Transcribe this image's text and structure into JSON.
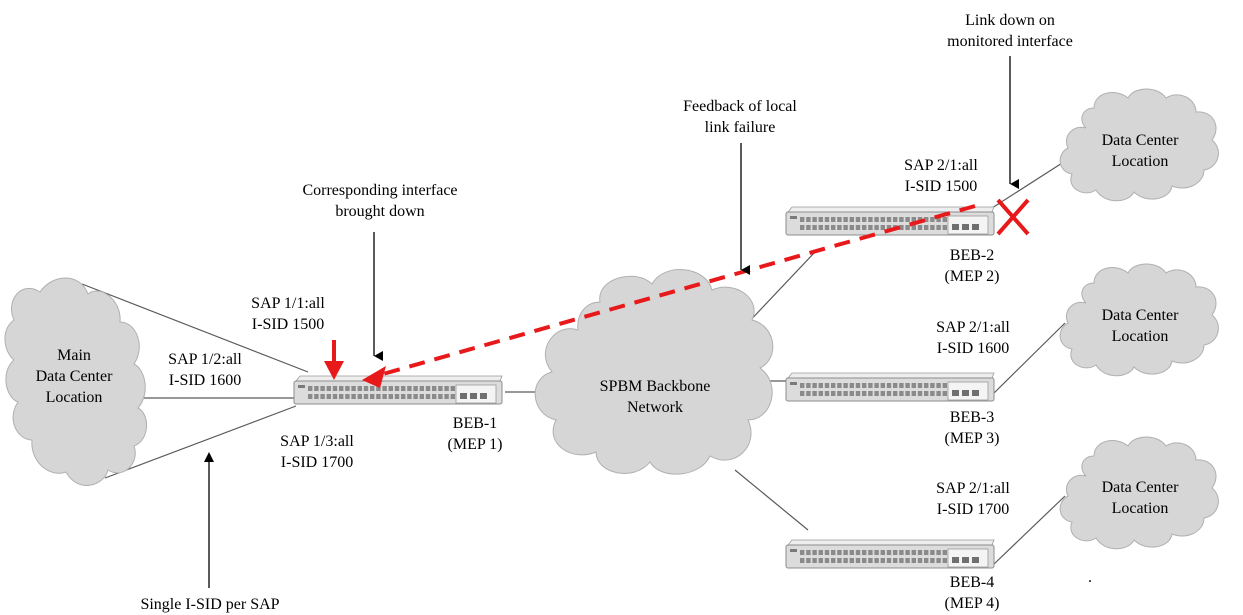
{
  "colors": {
    "line": "#5a5a5a",
    "failure": "#e8191b",
    "cloud_fill": "#d6d6d6",
    "cloud_stroke": "#b0b0b0",
    "switch_body": "#dcdcdc",
    "switch_port": "#8a8a8a"
  },
  "icons": {
    "cloud": "cloud-icon",
    "switch": "switch-icon",
    "failure_mark": "x-mark-icon",
    "arrow": "arrow-down-icon"
  },
  "clouds": {
    "main": [
      "Main",
      "Data Center",
      "Location"
    ],
    "backbone": [
      "SPBM Backbone",
      "Network"
    ],
    "dc2": [
      "Data Center",
      "Location"
    ],
    "dc3": [
      "Data Center",
      "Location"
    ],
    "dc4": [
      "Data Center",
      "Location"
    ]
  },
  "beb1": {
    "name": "BEB-1",
    "mep": "(MEP 1)",
    "sap1": [
      "SAP 1/1:all",
      "I-SID 1500"
    ],
    "sap2": [
      "SAP 1/2:all",
      "I-SID 1600"
    ],
    "sap3": [
      "SAP 1/3:all",
      "I-SID 1700"
    ]
  },
  "beb2": {
    "name": "BEB-2",
    "mep": "(MEP 2)",
    "sap": [
      "SAP 2/1:all",
      "I-SID 1500"
    ]
  },
  "beb3": {
    "name": "BEB-3",
    "mep": "(MEP 3)",
    "sap": [
      "SAP 2/1:all",
      "I-SID 1600"
    ]
  },
  "beb4": {
    "name": "BEB-4",
    "mep": "(MEP 4)",
    "sap": [
      "SAP 2/1:all",
      "I-SID 1700"
    ]
  },
  "annotations": {
    "link_down": [
      "Link down on",
      "monitored interface"
    ],
    "feedback": [
      "Feedback of local",
      "link failure"
    ],
    "corresponding": [
      "Corresponding interface",
      "brought down"
    ],
    "single_isid": "Single I-SID per SAP",
    "dot": "."
  }
}
